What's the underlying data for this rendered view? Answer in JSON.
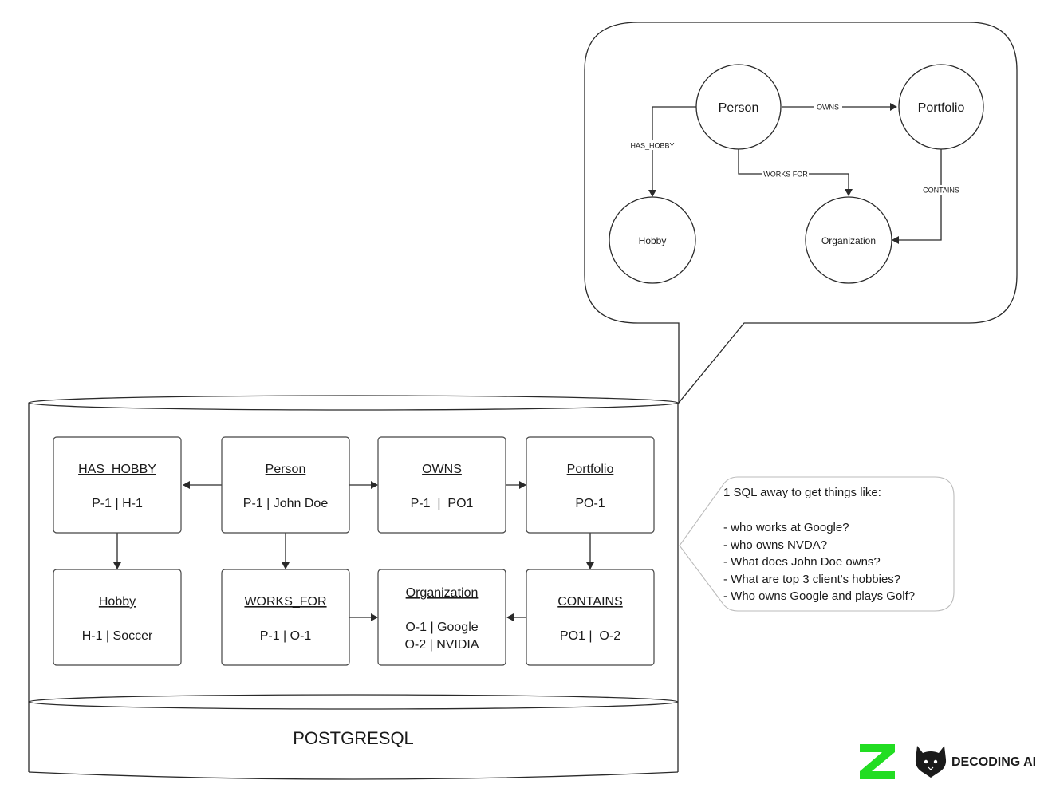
{
  "graph": {
    "nodes": {
      "person": "Person",
      "portfolio": "Portfolio",
      "hobby": "Hobby",
      "organization": "Organization"
    },
    "edges": {
      "owns": "OWNS",
      "has_hobby": "HAS_HOBBY",
      "works_for": "WORKS FOR",
      "contains": "CONTAINS"
    }
  },
  "tables": {
    "has_hobby": {
      "title": "HAS_HOBBY",
      "rows": [
        "P-1 | H-1"
      ]
    },
    "person": {
      "title": "Person",
      "rows": [
        "P-1 | John Doe"
      ]
    },
    "owns": {
      "title": "OWNS",
      "rows": [
        "P-1  |  PO1"
      ]
    },
    "portfolio": {
      "title": "Portfolio",
      "rows": [
        "PO-1"
      ]
    },
    "hobby": {
      "title": "Hobby",
      "rows": [
        "H-1 | Soccer"
      ]
    },
    "works_for": {
      "title": "WORKS_FOR",
      "rows": [
        "P-1 | O-1"
      ]
    },
    "organization": {
      "title": "Organization",
      "rows": [
        "O-1 | Google",
        "O-2 | NVIDIA"
      ]
    },
    "contains": {
      "title": "CONTAINS",
      "rows": [
        "PO1 |  O-2"
      ]
    }
  },
  "database": {
    "label": "POSTGRESQL"
  },
  "note": {
    "heading": "1 SQL away to get things like:",
    "items": [
      "- who works at Google?",
      "- who owns NVDA?",
      "- What does John Doe owns?",
      "- What are top 3 client's hobbies?",
      "- Who owns Google and plays Golf?"
    ]
  },
  "branding": {
    "wordmark": "DECODING AI",
    "colors": {
      "logo_green": "#22dd22",
      "ink": "#1a1a1a"
    }
  }
}
